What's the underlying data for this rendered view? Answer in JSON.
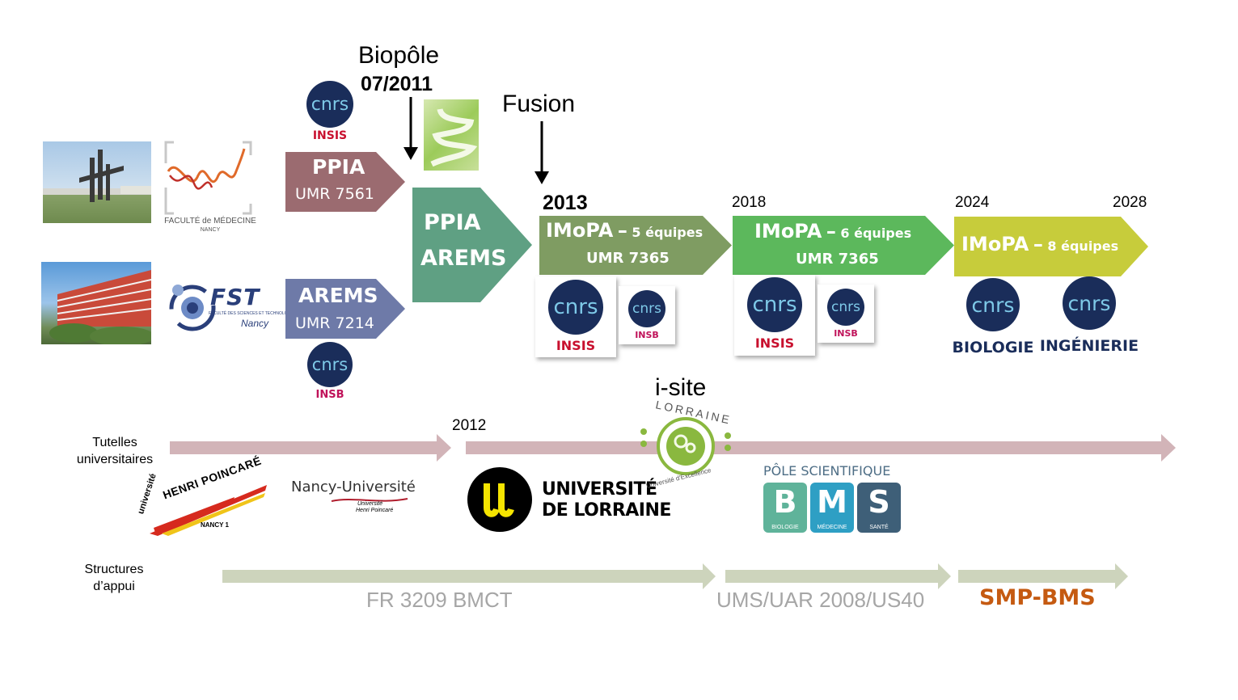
{
  "headings": {
    "biopole": "Biopôle",
    "biopole_date": "07/2011",
    "fusion": "Fusion",
    "y2013": "2013",
    "y2018": "2018",
    "y2024": "2024",
    "y2028": "2028",
    "y2012": "2012",
    "isite": "i-site"
  },
  "units": {
    "ppia": {
      "name": "PPIA",
      "code": "UMR 7561",
      "color": "#9b6b70"
    },
    "arems": {
      "name": "AREMS",
      "code": "UMR 7214",
      "color": "#6e7aa8"
    },
    "ppia_arems": {
      "line1": "PPIA",
      "line2": "AREMS",
      "color": "#5fa083"
    },
    "imopa_2013": {
      "name": "IMoPA",
      "dash": "–",
      "teams": "5 équipes",
      "code": "UMR 7365",
      "color": "#7f9c62"
    },
    "imopa_2018": {
      "name": "IMoPA",
      "dash": "–",
      "teams": "6 équipes",
      "code": "UMR 7365",
      "color": "#5cb85c"
    },
    "imopa_2024": {
      "name": "IMoPA",
      "dash": "–",
      "teams": "8 équipes",
      "color": "#c7cc3b"
    }
  },
  "cnrs": {
    "brand": "cnrs",
    "insis": "INSIS",
    "insb": "INSB",
    "biologie": "BIOLOGIE",
    "ingenierie": "INGÉNIERIE"
  },
  "logos": {
    "faculte_line1": "FACULTÉ de MÉDECINE",
    "faculte_line2": "NANCY",
    "fst": "FST",
    "fst_sub": "FACULTÉ DES SCIENCES ET TECHNOLOGIES",
    "fst_city": "Nancy",
    "uhp_1": "université",
    "uhp_2": "HENRI POINCARÉ",
    "uhp_3": "NANCY 1",
    "nancy_univ": "Nancy-Université",
    "nancy_univ_sub1": "Université",
    "nancy_univ_sub2": "Henri Poincaré",
    "ul_1": "UNIVERSITÉ",
    "ul_2": "DE LORRAINE",
    "lorraine_top": "LORRAINE",
    "lorraine_bottom": "Université d'Excellence",
    "bms_title": "PÔLE SCIENTIFIQUE",
    "bms_b": "B",
    "bms_m": "M",
    "bms_s": "S",
    "bms_l1": "BIOLOGIE",
    "bms_l2": "MÉDECINE",
    "bms_l3": "SANTÉ"
  },
  "rows": {
    "tutelles_1": "Tutelles",
    "tutelles_2": "universitaires",
    "structures_1": "Structures",
    "structures_2": "d’appui",
    "fr": "FR 3209 BMCT",
    "ums": "UMS/UAR 2008/US40",
    "smp": "SMP-BMS"
  },
  "colors": {
    "tutelles_arrow": "#d2b4b8",
    "structures_arrow": "#cdd4bc",
    "grey_text": "#a6a6a6",
    "smp_text": "#c55a11",
    "cnrs_navy": "#1a2d5a",
    "insis_red": "#c8102e",
    "insb_pink": "#c0135a"
  }
}
